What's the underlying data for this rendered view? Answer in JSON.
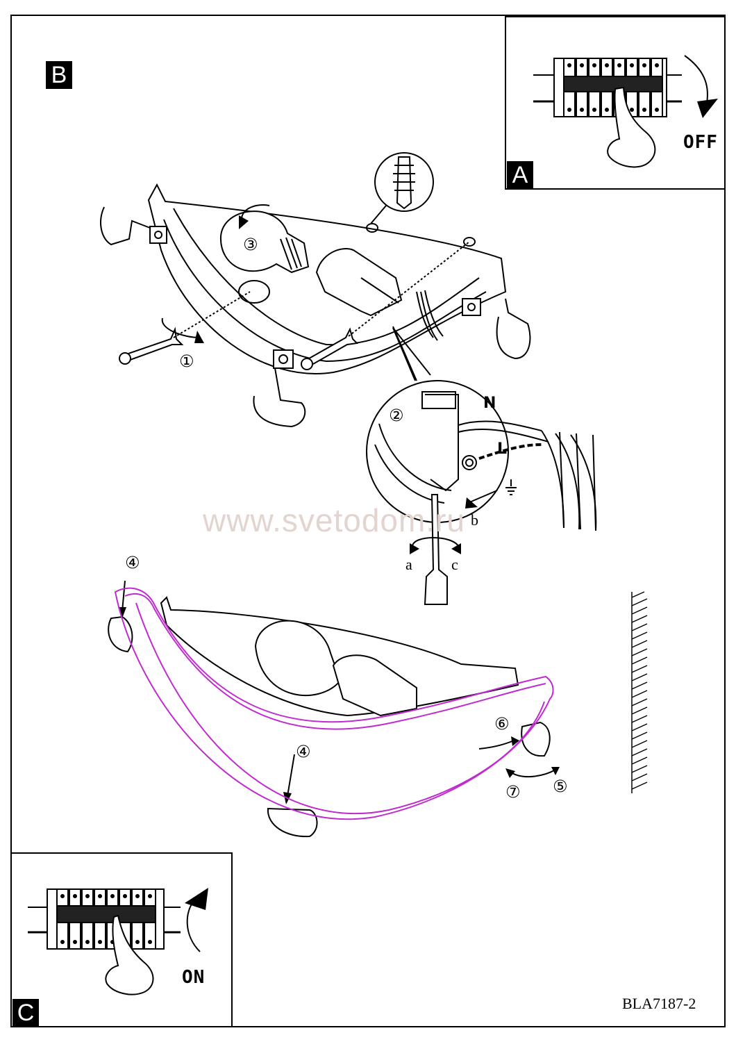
{
  "panels": {
    "a": {
      "badge": "A",
      "action_label": "OFF"
    },
    "b": {
      "badge": "B"
    },
    "c": {
      "badge": "C",
      "action_label": "ON"
    }
  },
  "callouts": {
    "step1": "①",
    "step2": "②",
    "step3": "③",
    "step4_top": "④",
    "step4_bottom": "④",
    "step5": "⑤",
    "step6": "⑥",
    "step7": "⑦"
  },
  "wire_labels": {
    "neutral": "N",
    "live": "L"
  },
  "screw_letters": {
    "a": "a",
    "b": "b",
    "c": "c"
  },
  "watermark": "www.svetodom.ru",
  "document_code": "BLA7187-2",
  "colors": {
    "glass_outline": "#c02bd0",
    "ink": "#000000"
  }
}
